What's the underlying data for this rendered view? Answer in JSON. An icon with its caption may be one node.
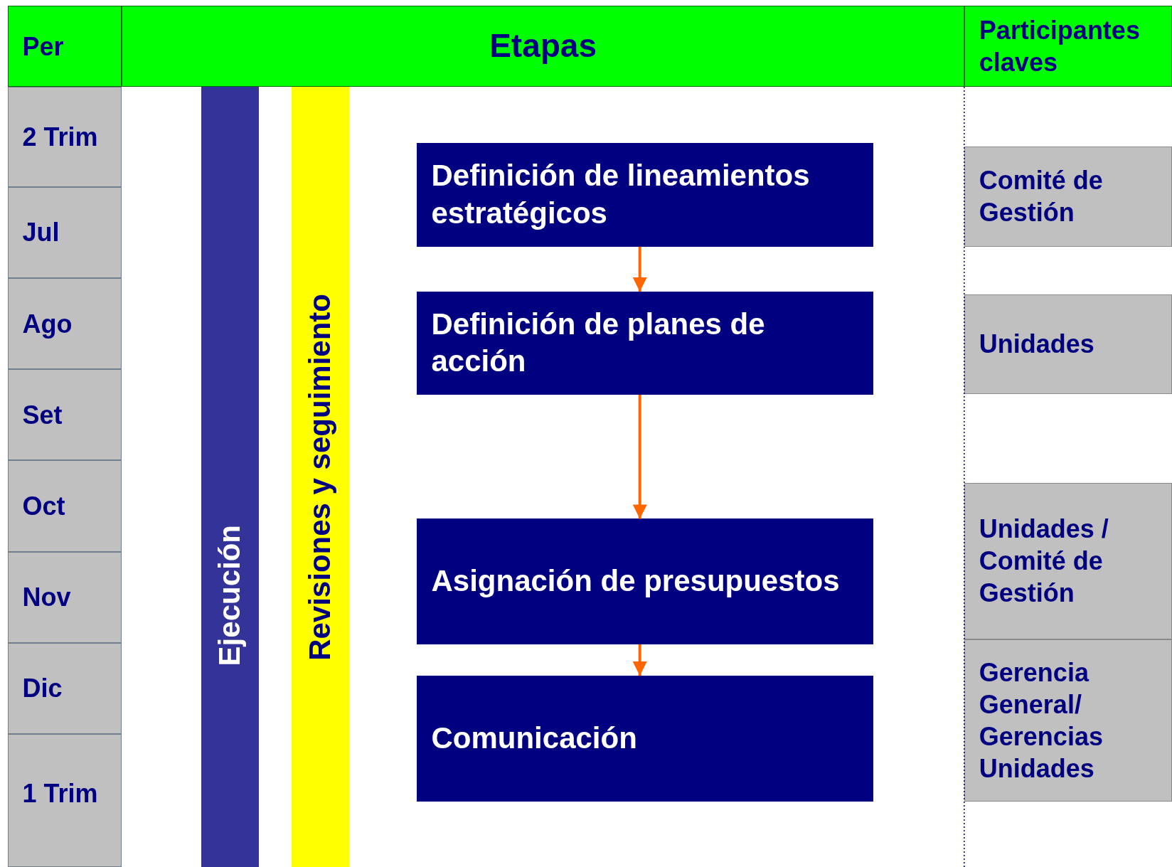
{
  "diagram": {
    "nodes": [
      {
        "text": [
          "Per"
        ]
      },
      {
        "text": [
          "Etapas"
        ]
      },
      {
        "text": [
          "Participantes claves"
        ]
      },
      {
        "text": [
          "2 Trim"
        ]
      },
      {
        "text": [
          "Jul"
        ]
      },
      {
        "text": [
          "Ago"
        ]
      },
      {
        "text": [
          "Set"
        ]
      },
      {
        "text": [
          "Oct"
        ]
      },
      {
        "text": [
          "Nov"
        ]
      },
      {
        "text": [
          "Dic"
        ]
      },
      {
        "text": [
          "1 Trim"
        ]
      },
      {
        "text": [
          "Ejecución"
        ]
      },
      {
        "text": [
          "Revisiones y seguimiento"
        ]
      },
      {
        "text": [
          "Definición de lineamientos estratégicos"
        ]
      },
      {
        "text": [
          "Comité de Gestión"
        ]
      },
      {
        "text": [
          "Definición de planes de acción"
        ]
      },
      {
        "text": [
          "Unidades"
        ]
      },
      {
        "text": [
          "Asignación de presupuestos"
        ]
      },
      {
        "text": [
          "Unidades / Comité de Gestión"
        ]
      },
      {
        "text": [
          "Comunicación"
        ]
      },
      {
        "text": [
          "Gerencia General/ Gerencias Unidades"
        ]
      }
    ],
    "edges": [
      {
        "from": 13,
        "to": 15,
        "arrow": "to"
      },
      {
        "from": 15,
        "to": 17,
        "arrow": "to"
      },
      {
        "from": 17,
        "to": 19,
        "arrow": "to"
      }
    ]
  }
}
